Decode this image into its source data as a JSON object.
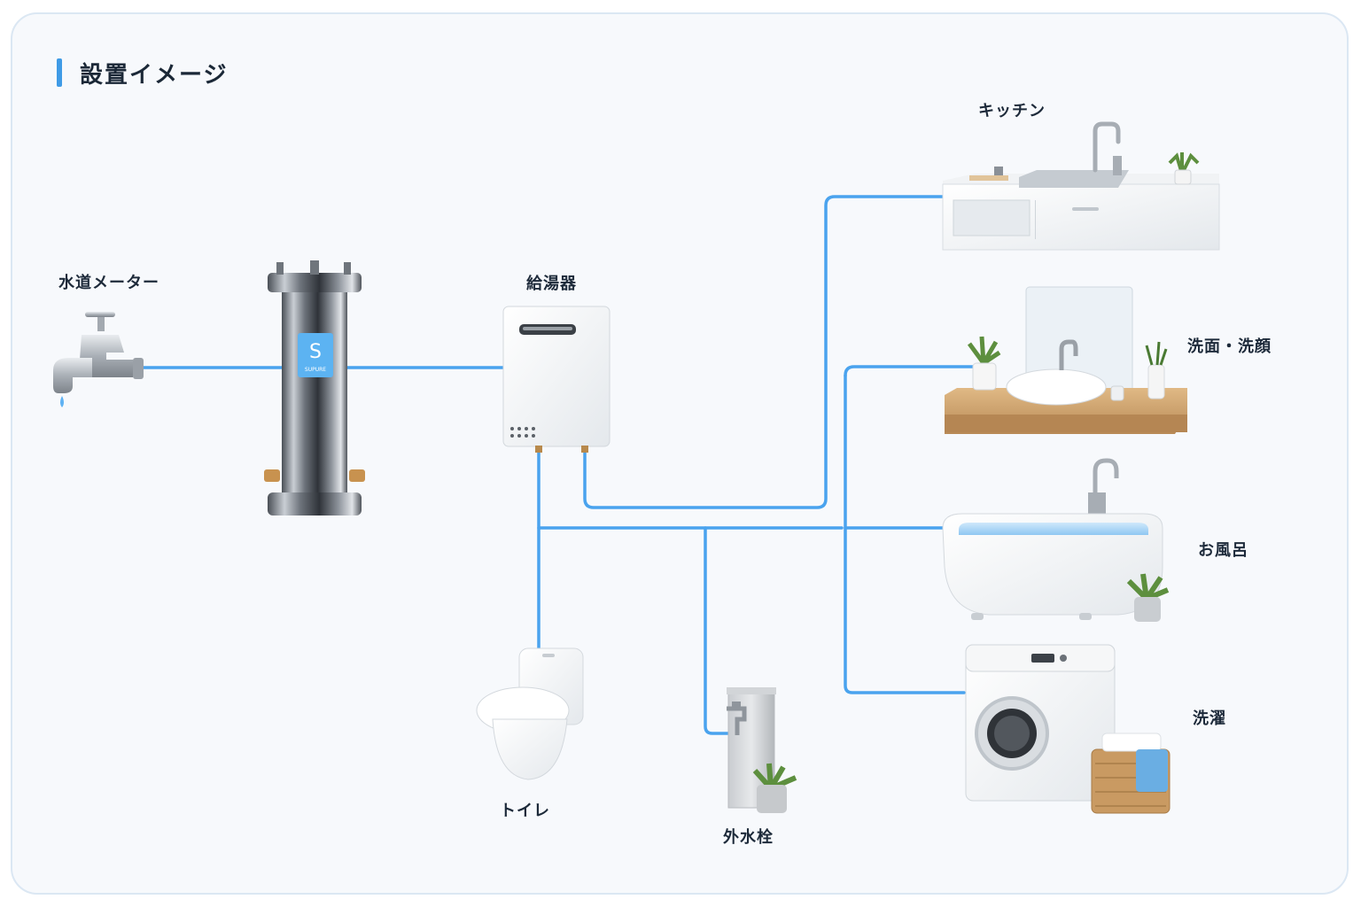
{
  "title": "設置イメージ",
  "labels": {
    "meter": "水道メーター",
    "heater": "給湯器",
    "kitchen": "キッチン",
    "washroom": "洗面・洗顔",
    "bath": "お風呂",
    "laundry": "洗濯",
    "toilet": "トイレ",
    "outdoor": "外水栓"
  },
  "filter_brand": "SUPURE",
  "colors": {
    "pipe": "#4aa3ee",
    "accent": "#3f9be6",
    "card_border": "#dbe7f3"
  }
}
